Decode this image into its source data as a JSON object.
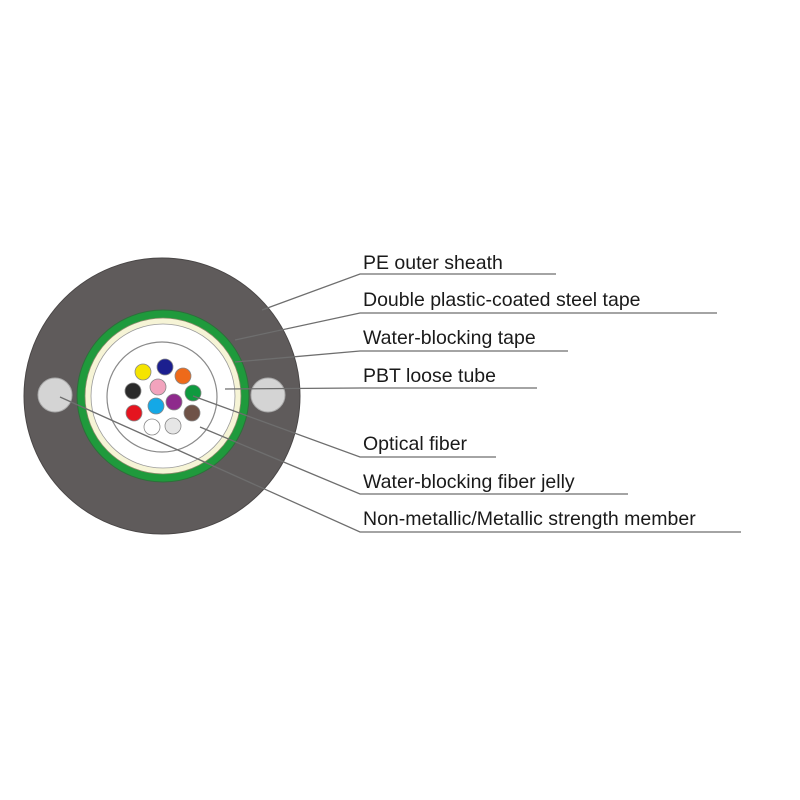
{
  "labels": {
    "pe_sheath": "PE outer sheath",
    "steel_tape": "Double plastic-coated steel tape",
    "water_tape": "Water-blocking tape",
    "pbt_tube": "PBT loose tube",
    "optical_fiber": "Optical fiber",
    "fiber_jelly": "Water-blocking fiber jelly",
    "strength_member": "Non-metallic/Metallic strength member"
  },
  "colors": {
    "sheath": "#5f5b5b",
    "steel_tape": "#1f9a3c",
    "water_tape": "#f6f4d6",
    "strength_member": "#d8d8d8"
  },
  "fibers": [
    {
      "name": "yellow",
      "color": "#f5e400"
    },
    {
      "name": "blue",
      "color": "#1c1f8f"
    },
    {
      "name": "orange",
      "color": "#ee6a1a"
    },
    {
      "name": "black",
      "color": "#2a2a2a"
    },
    {
      "name": "pink",
      "color": "#f2a3bd"
    },
    {
      "name": "green",
      "color": "#0f9a3f"
    },
    {
      "name": "red",
      "color": "#e5141f"
    },
    {
      "name": "aqua",
      "color": "#14a8e6"
    },
    {
      "name": "violet",
      "color": "#8e2a8c"
    },
    {
      "name": "brown",
      "color": "#6f5247"
    },
    {
      "name": "white",
      "color": "#ffffff"
    },
    {
      "name": "slate",
      "color": "#e6e6e6"
    }
  ]
}
